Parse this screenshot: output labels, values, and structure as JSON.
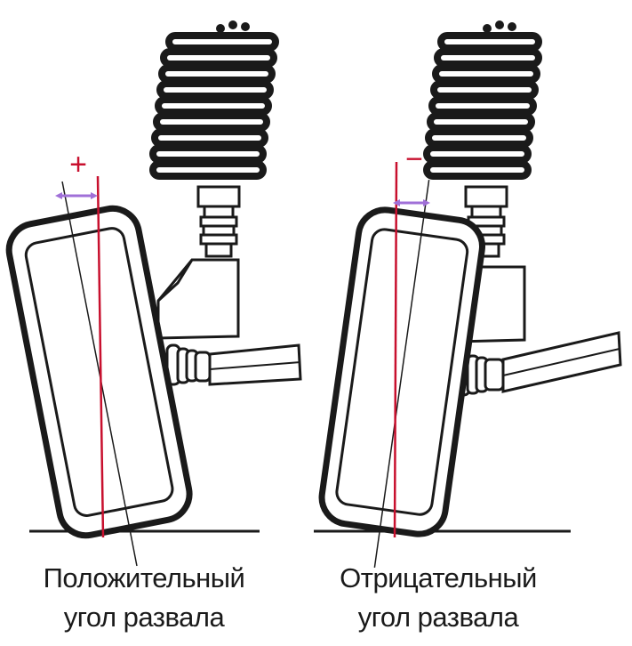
{
  "left_panel": {
    "sign": "+",
    "caption_line1": "Положительный",
    "caption_line2": "угол развала"
  },
  "right_panel": {
    "sign": "−",
    "caption_line1": "Отрицательный",
    "caption_line2": "угол развала"
  },
  "colors": {
    "outline": "#1a1a1a",
    "vertical_line": "#c8102e",
    "sign": "#c8102e",
    "angle_arrow": "#a070d8"
  },
  "icons": [
    "coil-spring-icon",
    "shock-absorber-icon",
    "wheel-icon",
    "drive-shaft-icon"
  ]
}
